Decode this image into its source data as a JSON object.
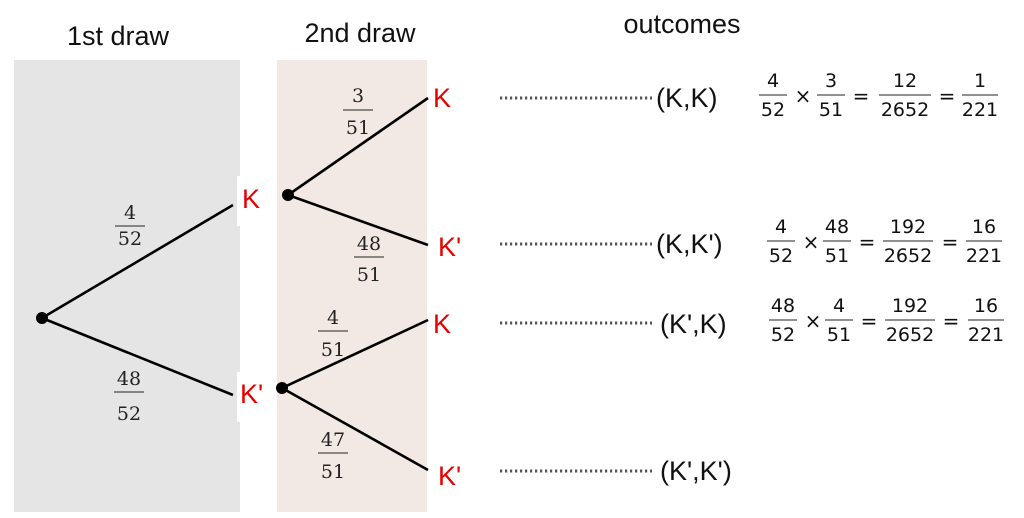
{
  "headers": {
    "first": "1st draw",
    "second": "2nd draw",
    "outcomes": "outcomes"
  },
  "colors": {
    "node_label": "#e60000",
    "first_bg": "#e5e5e5",
    "second_bg": "#f3e9e4"
  },
  "first_draw": {
    "top_label": "K",
    "bottom_label": "K'",
    "top_prob": {
      "num": "4",
      "den": "52"
    },
    "bottom_prob": {
      "num": "48",
      "den": "52"
    }
  },
  "second_draw": {
    "after_K": {
      "top_label": "K",
      "bottom_label": "K'",
      "top_prob": {
        "num": "3",
        "den": "51"
      },
      "bottom_prob": {
        "num": "48",
        "den": "51"
      }
    },
    "after_Kp": {
      "top_label": "K",
      "bottom_label": "K'",
      "top_prob": {
        "num": "4",
        "den": "51"
      },
      "bottom_prob": {
        "num": "47",
        "den": "51"
      }
    }
  },
  "outcomes": [
    "(K,K)",
    "(K,K')",
    "(K',K)",
    "(K',K')"
  ],
  "calculations": [
    {
      "a": {
        "num": "4",
        "den": "52"
      },
      "b": {
        "num": "3",
        "den": "51"
      },
      "c": {
        "num": "12",
        "den": "2652"
      },
      "d": {
        "num": "1",
        "den": "221"
      }
    },
    {
      "a": {
        "num": "4",
        "den": "52"
      },
      "b": {
        "num": "48",
        "den": "51"
      },
      "c": {
        "num": "192",
        "den": "2652"
      },
      "d": {
        "num": "16",
        "den": "221"
      }
    },
    {
      "a": {
        "num": "48",
        "den": "52"
      },
      "b": {
        "num": "4",
        "den": "51"
      },
      "c": {
        "num": "192",
        "den": "2652"
      },
      "d": {
        "num": "16",
        "den": "221"
      }
    }
  ],
  "operators": {
    "times": "×",
    "equals": "="
  }
}
